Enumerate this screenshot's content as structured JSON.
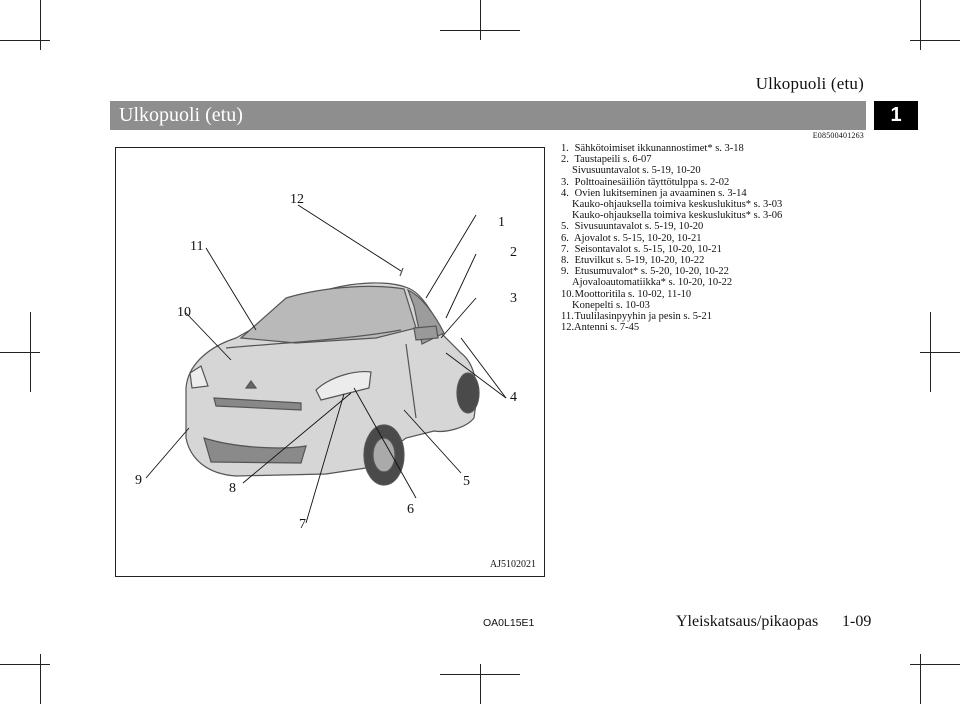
{
  "header": {
    "running_head": "Ulkopuoli (etu)",
    "section_title": "Ulkopuoli (etu)",
    "chapter_number": "1",
    "document_code": "E08500401263"
  },
  "figure": {
    "id": "AJ5102021",
    "callouts": [
      "1",
      "2",
      "3",
      "4",
      "5",
      "6",
      "7",
      "8",
      "9",
      "10",
      "11",
      "12"
    ]
  },
  "legend": [
    {
      "num": "1.",
      "text": "Sähkötoimiset ikkunannostimet* s. 3-18"
    },
    {
      "num": "2.",
      "text": "Taustapeili s. 6-07"
    },
    {
      "num": "",
      "text": "Sivusuuntavalot s. 5-19, 10-20"
    },
    {
      "num": "3.",
      "text": "Polttoainesäiliön täyttötulppa s. 2-02"
    },
    {
      "num": "4.",
      "text": "Ovien lukitseminen ja avaaminen s. 3-14"
    },
    {
      "num": "",
      "text": "Kauko-ohjauksella toimiva keskuslukitus* s. 3-03"
    },
    {
      "num": "",
      "text": "Kauko-ohjauksella toimiva keskuslukitus* s. 3-06"
    },
    {
      "num": "5.",
      "text": "Sivusuuntavalot s. 5-19, 10-20"
    },
    {
      "num": "6.",
      "text": "Ajovalot s. 5-15, 10-20, 10-21"
    },
    {
      "num": "7.",
      "text": "Seisontavalot s. 5-15, 10-20, 10-21"
    },
    {
      "num": "8.",
      "text": "Etuvilkut s. 5-19, 10-20, 10-22"
    },
    {
      "num": "9.",
      "text": "Etusumuvalot* s. 5-20, 10-20, 10-22"
    },
    {
      "num": "",
      "text": "Ajovaloautomatiikka* s. 10-20, 10-22"
    },
    {
      "num": "10.",
      "text": "Moottoritila s. 10-02, 11-10"
    },
    {
      "num": "",
      "text": "Konepelti s. 10-03"
    },
    {
      "num": "11.",
      "text": "Tuulilasinpyyhin ja pesin s. 5-21"
    },
    {
      "num": "12.",
      "text": "Antenni s. 7-45"
    }
  ],
  "footer": {
    "code": "OA0L15E1",
    "title": "Yleiskatsaus/pikaopas",
    "page": "1-09"
  }
}
